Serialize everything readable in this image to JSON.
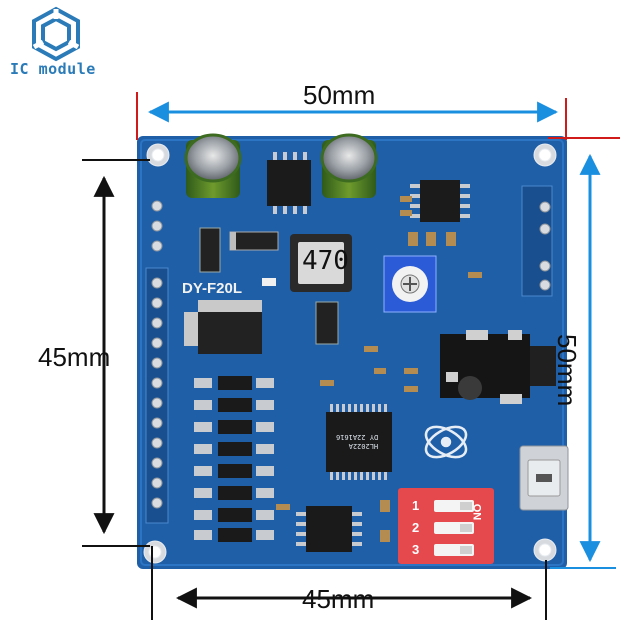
{
  "brand": {
    "name": "IC module",
    "color": "#2a7bb8",
    "icon": "hexagon-logo-icon"
  },
  "dimensions": {
    "top_width": "50mm",
    "right_height": "50mm",
    "left_height": "45mm",
    "bottom_width": "45mm",
    "arrow_color_blue": "#1a8fe0",
    "arrow_color_black": "#111111",
    "marker_color_red": "#d11a1a"
  },
  "board": {
    "model": "DY-F20L",
    "inductor_marking": "470",
    "chip_marking": "HL2022A\nDY 22A1616",
    "switch_numbers": [
      "1",
      "2",
      "3"
    ],
    "switch_label": "ON",
    "pcb_color": "#1f5fa8",
    "switch_color": "#e5484d"
  }
}
